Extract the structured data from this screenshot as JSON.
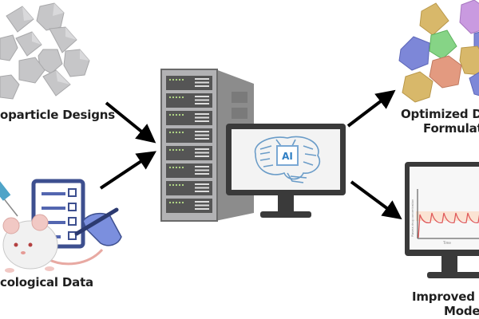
{
  "diagram": {
    "inputs": [
      {
        "id": "nanoparticles",
        "label": "oparticle Designs",
        "full_label": "Nanoparticle Designs",
        "icon": "grey-polyhedra-cluster"
      },
      {
        "id": "pharmacological",
        "label": "cological Data",
        "full_label": "Pharmacological Data",
        "icon": "mouse-syringe-checklist"
      }
    ],
    "processor": {
      "icon_server": "server-tower",
      "icon_monitor": "ai-brain-monitor",
      "screen_text": "AI"
    },
    "outputs": [
      {
        "id": "formulations",
        "label_line1": "Optimized D",
        "label_line2": "Formulat",
        "icon": "colored-polyhedra-cluster"
      },
      {
        "id": "models",
        "label_line1": "Improved B",
        "label_line2": "Mode",
        "icon": "pk-chart-monitor"
      }
    ],
    "pk_chart": {
      "y_axis_label": "Plasma drug concentration",
      "x_axis_label": "Time"
    },
    "colors": {
      "arrow": "#000000",
      "grey_shape": "#c4c4c6",
      "checklist": "#3d4f8f",
      "hand": "#6e86d6",
      "ai_blue": "#3b8fd1",
      "curve": "#e05a5a",
      "band": "#fbe3d3"
    }
  }
}
